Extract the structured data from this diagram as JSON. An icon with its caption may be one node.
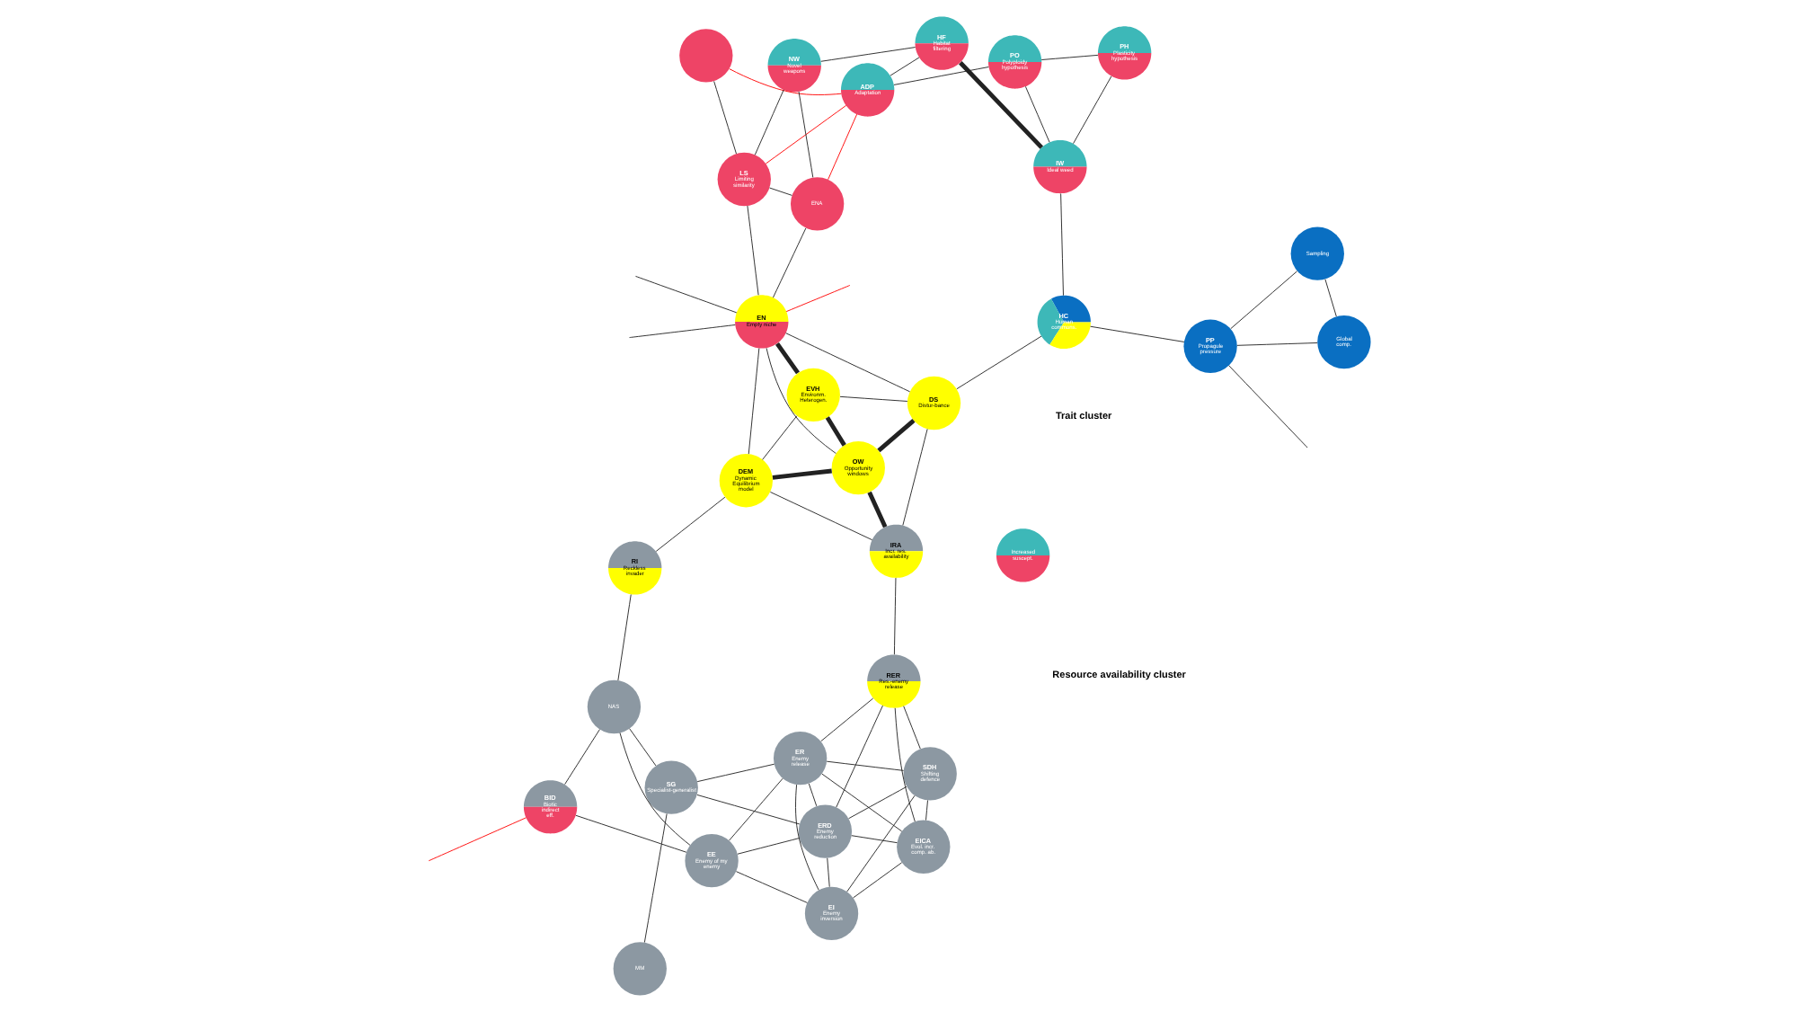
{
  "diagram": {
    "nodes": [
      {
        "text": [
          "SDH",
          "Shifting defence"
        ]
      },
      {
        "text": [
          "EICA",
          "Evol. incr. comp. ab."
        ]
      },
      {
        "text": [
          "EI",
          "Enemy inversion"
        ]
      },
      {
        "text": [
          "RER",
          "Res.-enemy release"
        ]
      },
      {
        "text": [
          "ERD",
          "Enemy reduction"
        ]
      },
      {
        "text": [
          "ER",
          "Enemy release"
        ]
      },
      {
        "text": [
          "SG",
          "Specialist-generalist"
        ]
      },
      {
        "text": [
          "EE",
          "Enemy of my enemy"
        ]
      },
      {
        "text": [
          "BID",
          "Biotic indirect eff."
        ]
      },
      {
        "text": [
          "MM"
        ]
      },
      {
        "text": [
          "NAS"
        ]
      },
      {
        "text": [
          "RI",
          "Reckless invader"
        ]
      },
      {
        "text": [
          "Global comp."
        ]
      },
      {
        "text": [
          "Sampling"
        ]
      },
      {
        "text": [
          "PP",
          "Propagule pressure"
        ]
      },
      {
        "text": [
          "HC",
          "Human commons."
        ]
      },
      {
        "text": [
          "IRA",
          "Incr. res. availability"
        ]
      },
      {
        "text": [
          "DS",
          "Distur-bance"
        ]
      },
      {
        "text": [
          "OW",
          "Opportunity windows"
        ]
      },
      {
        "text": [
          "DEM",
          "Dynamic Equilibrium model"
        ]
      },
      {
        "text": [
          "EVH",
          "Environm. Heterogen."
        ]
      },
      {
        "text": [
          "EN",
          "Empty niche"
        ]
      },
      {
        "text": [
          "Increased suscept."
        ]
      },
      {
        "text": [
          "PH",
          "Plasticity hypothesis"
        ]
      },
      {
        "text": [
          "IW",
          "Ideal weed"
        ]
      },
      {
        "text": [
          "PO",
          "Polyploidy hypothesis"
        ]
      },
      {
        "text": [
          "HF",
          "Habitat filtering"
        ]
      },
      {
        "text": [
          "ADP",
          "Adaptation"
        ]
      },
      {
        "text": [
          "NW",
          "Novel weapons"
        ]
      },
      {
        "text": [
          "LS",
          "Limiting similarity"
        ]
      },
      {
        "text": [
          "ENA"
        ]
      },
      {
        "text": [],
        "shape": "circle"
      }
    ],
    "edges": [
      {
        "from": 0,
        "to": 1,
        "arrow": "none"
      },
      {
        "from": 0,
        "to": 2,
        "arrow": "none"
      },
      {
        "from": 0,
        "to": 4,
        "arrow": "none"
      },
      {
        "from": 0,
        "to": 5,
        "arrow": "none"
      },
      {
        "from": 0,
        "to": 3,
        "arrow": "none"
      },
      {
        "from": 1,
        "to": 2,
        "arrow": "none"
      },
      {
        "from": 1,
        "to": 4,
        "arrow": "none"
      },
      {
        "from": 1,
        "to": 5,
        "arrow": "none"
      },
      {
        "from": 1,
        "to": 3,
        "arrow": "none"
      },
      {
        "from": 2,
        "to": 4,
        "arrow": "none"
      },
      {
        "from": 2,
        "to": 5,
        "arrow": "none"
      },
      {
        "from": 2,
        "to": 7,
        "arrow": "none"
      },
      {
        "from": 3,
        "to": 4,
        "arrow": "none"
      },
      {
        "from": 3,
        "to": 5,
        "arrow": "none"
      },
      {
        "from": 3,
        "to": 16,
        "arrow": "none"
      },
      {
        "from": 4,
        "to": 5,
        "arrow": "none"
      },
      {
        "from": 4,
        "to": 6,
        "arrow": "none"
      },
      {
        "from": 4,
        "to": 7,
        "arrow": "none"
      },
      {
        "from": 5,
        "to": 6,
        "arrow": "none"
      },
      {
        "from": 5,
        "to": 7,
        "arrow": "none"
      },
      {
        "from": 6,
        "to": 9,
        "arrow": "none"
      },
      {
        "from": 6,
        "to": 10,
        "arrow": "none"
      },
      {
        "from": 7,
        "to": 10,
        "arrow": "none"
      },
      {
        "from": 7,
        "to": 8,
        "arrow": "none"
      },
      {
        "from": 8,
        "to": 10,
        "arrow": "none"
      },
      {
        "from": 8,
        "to": null,
        "arrow": "none",
        "color": "#ff0000"
      },
      {
        "from": 10,
        "to": 11,
        "arrow": "none"
      },
      {
        "from": 11,
        "to": 19,
        "arrow": "none"
      },
      {
        "from": 12,
        "to": 13,
        "arrow": "none"
      },
      {
        "from": 12,
        "to": 14,
        "arrow": "none"
      },
      {
        "from": 13,
        "to": 14,
        "arrow": "none"
      },
      {
        "from": 14,
        "to": null,
        "arrow": "none"
      },
      {
        "from": 14,
        "to": 15,
        "arrow": "none"
      },
      {
        "from": 15,
        "to": 17,
        "arrow": "none"
      },
      {
        "from": 15,
        "to": 24,
        "arrow": "none"
      },
      {
        "from": 16,
        "to": 17,
        "arrow": "none"
      },
      {
        "from": 16,
        "to": 18,
        "arrow": "none",
        "style": "thick"
      },
      {
        "from": 16,
        "to": 19,
        "arrow": "none"
      },
      {
        "from": 17,
        "to": 18,
        "arrow": "none",
        "style": "thick"
      },
      {
        "from": 17,
        "to": 20,
        "arrow": "none"
      },
      {
        "from": 17,
        "to": 21,
        "arrow": "none"
      },
      {
        "from": 18,
        "to": 19,
        "arrow": "none",
        "style": "thick"
      },
      {
        "from": 18,
        "to": 20,
        "arrow": "none",
        "style": "thick"
      },
      {
        "from": 18,
        "to": 21,
        "arrow": "none"
      },
      {
        "from": 19,
        "to": 20,
        "arrow": "none"
      },
      {
        "from": 19,
        "to": 21,
        "arrow": "none"
      },
      {
        "from": 20,
        "to": 21,
        "arrow": "none",
        "style": "thick"
      },
      {
        "from": 21,
        "to": 29,
        "arrow": "none"
      },
      {
        "from": 21,
        "to": 30,
        "arrow": "none"
      },
      {
        "from": 21,
        "to": null,
        "arrow": "none"
      },
      {
        "from": 21,
        "to": null,
        "arrow": "none"
      },
      {
        "from": 21,
        "to": null,
        "arrow": "none",
        "color": "#ff0000"
      },
      {
        "from": 23,
        "to": 24,
        "arrow": "none"
      },
      {
        "from": 23,
        "to": 25,
        "arrow": "none"
      },
      {
        "from": 24,
        "to": 25,
        "arrow": "none"
      },
      {
        "from": 24,
        "to": 26,
        "arrow": "none",
        "style": "thick"
      },
      {
        "from": 26,
        "to": 27,
        "arrow": "none"
      },
      {
        "from": 26,
        "to": 28,
        "arrow": "none"
      },
      {
        "from": 25,
        "to": 27,
        "arrow": "none"
      },
      {
        "from": 28,
        "to": 29,
        "arrow": "none"
      },
      {
        "from": 28,
        "to": 30,
        "arrow": "none"
      },
      {
        "from": 27,
        "to": 29,
        "arrow": "none",
        "color": "#ff0000"
      },
      {
        "from": 27,
        "to": 31,
        "arrow": "none",
        "color": "#ff0000"
      },
      {
        "from": 27,
        "to": 30,
        "arrow": "none",
        "color": "#ff0000"
      },
      {
        "from": 29,
        "to": 30,
        "arrow": "none"
      },
      {
        "from": 29,
        "to": 31,
        "arrow": "none"
      }
    ],
    "labels": [
      "Trait cluster",
      "Resource availability cluster"
    ]
  }
}
